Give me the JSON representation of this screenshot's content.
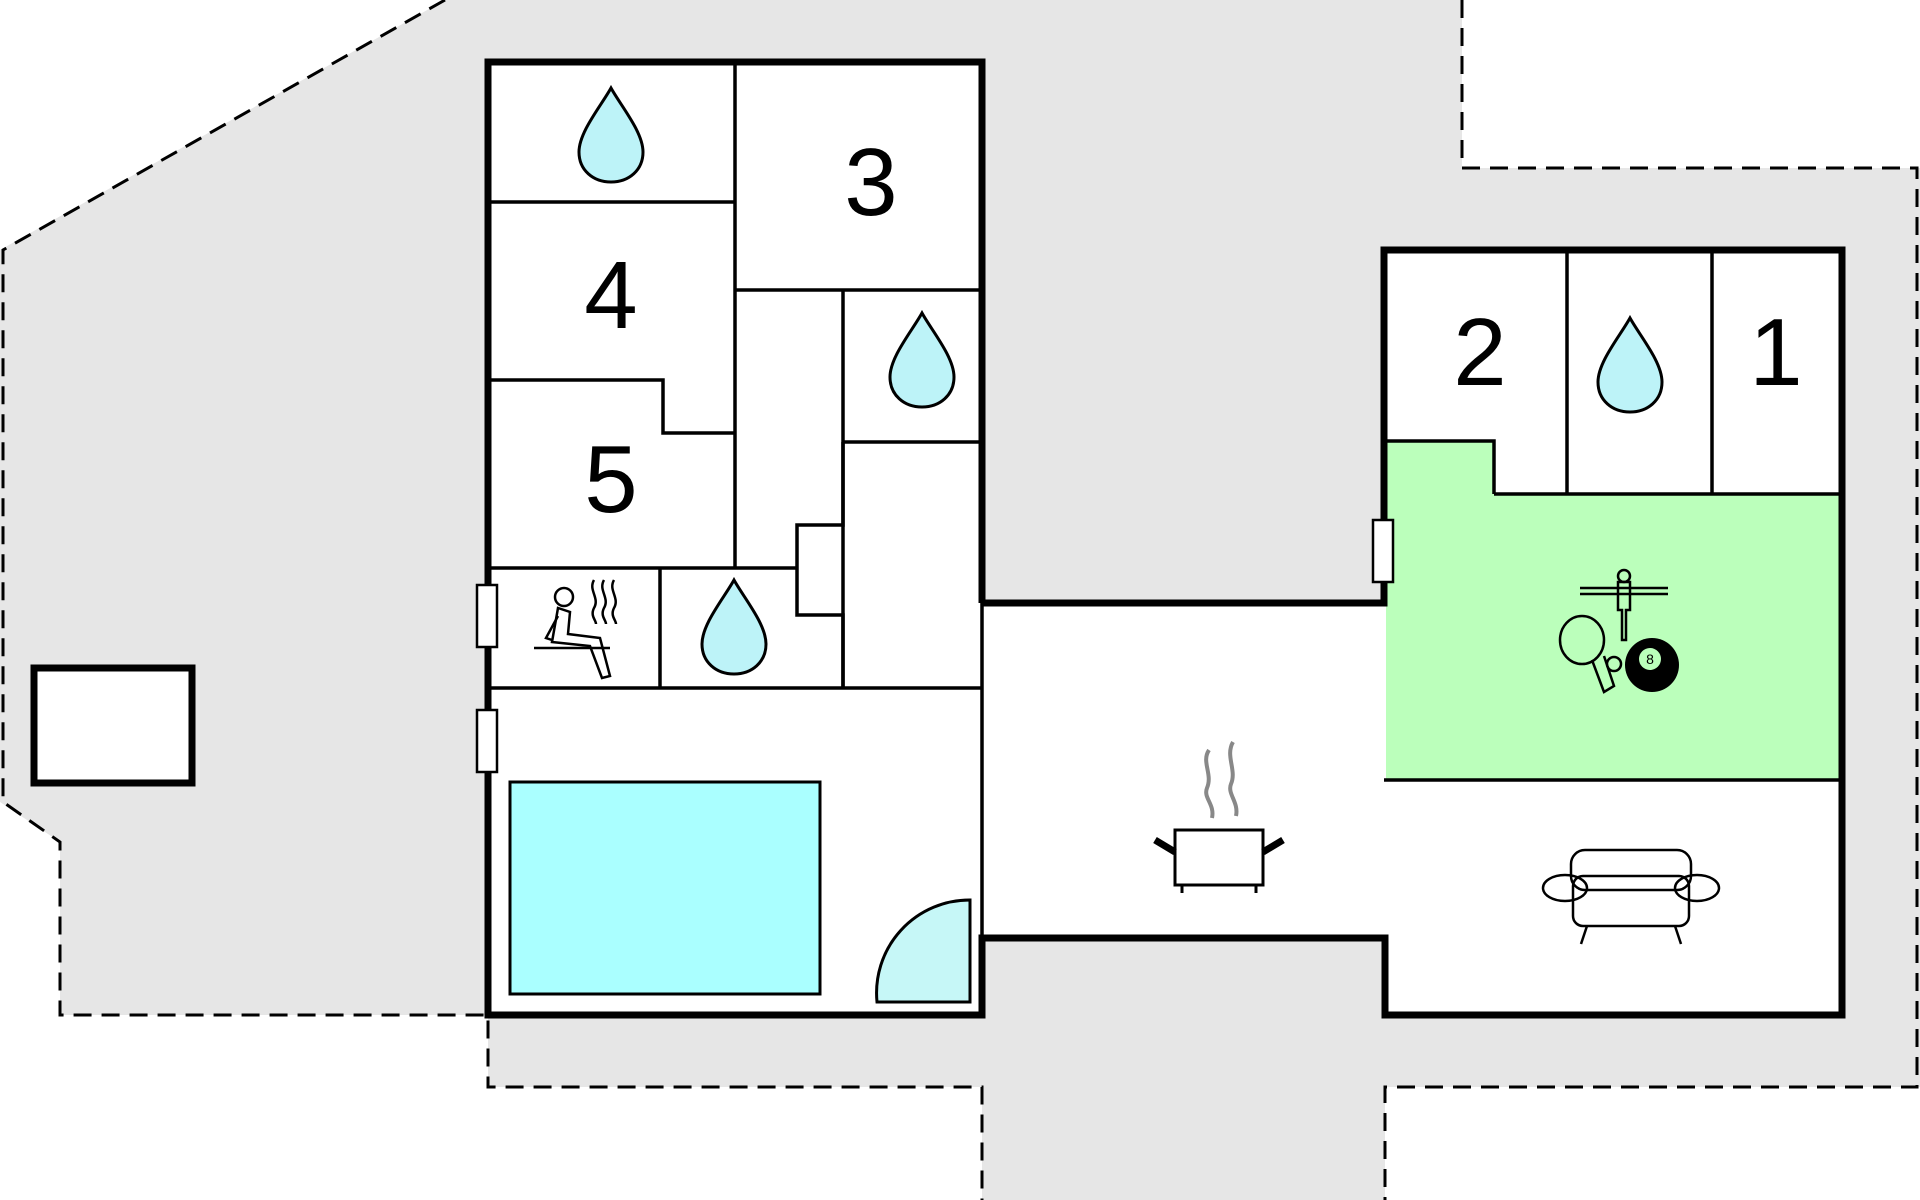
{
  "colors": {
    "plot": "#e6e6e6",
    "water": "#bdf3f8",
    "pool": "#aaffff",
    "pool_door": "#c6f7f7",
    "activity_room": "#bbffbb"
  },
  "rooms": {
    "bedroom_1": {
      "label": "1"
    },
    "bedroom_2": {
      "label": "2"
    },
    "bedroom_3": {
      "label": "3"
    },
    "bedroom_4": {
      "label": "4"
    },
    "bedroom_5": {
      "label": "5"
    }
  },
  "icons": {
    "bathroom": "water-drop-icon",
    "sauna": "sauna-icon",
    "kitchen": "cooking-pot-icon",
    "living": "sofa-icon",
    "table_tennis": "table-tennis-icon",
    "billiards": "billiard-ball-icon",
    "table_football": "table-football-icon",
    "pool": "indoor-pool",
    "shed": "outbuilding"
  },
  "billiard_ball_number": "8"
}
